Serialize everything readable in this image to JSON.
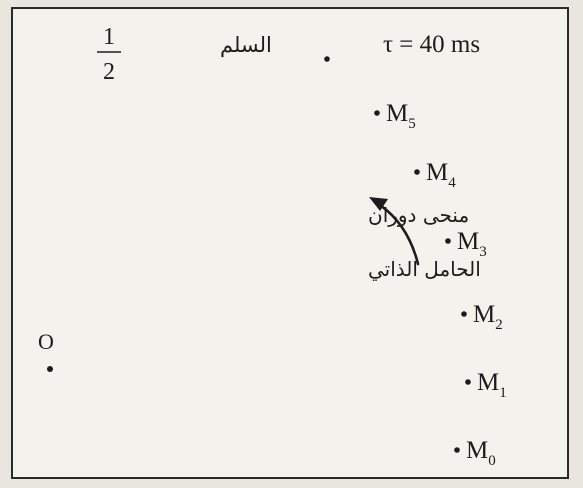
{
  "scale": {
    "numerator": "1",
    "denominator": "2",
    "word": "السلم"
  },
  "tau_label": "τ = 40 ms",
  "origin": {
    "label": "O"
  },
  "points": [
    {
      "name": "M",
      "sub": "0"
    },
    {
      "name": "M",
      "sub": "1"
    },
    {
      "name": "M",
      "sub": "2"
    },
    {
      "name": "M",
      "sub": "3"
    },
    {
      "name": "M",
      "sub": "4"
    },
    {
      "name": "M",
      "sub": "5"
    },
    {
      "name": "",
      "sub": ""
    }
  ],
  "annotation": {
    "line1": "منحى دوران",
    "line2": "الحامل الذاتي"
  }
}
